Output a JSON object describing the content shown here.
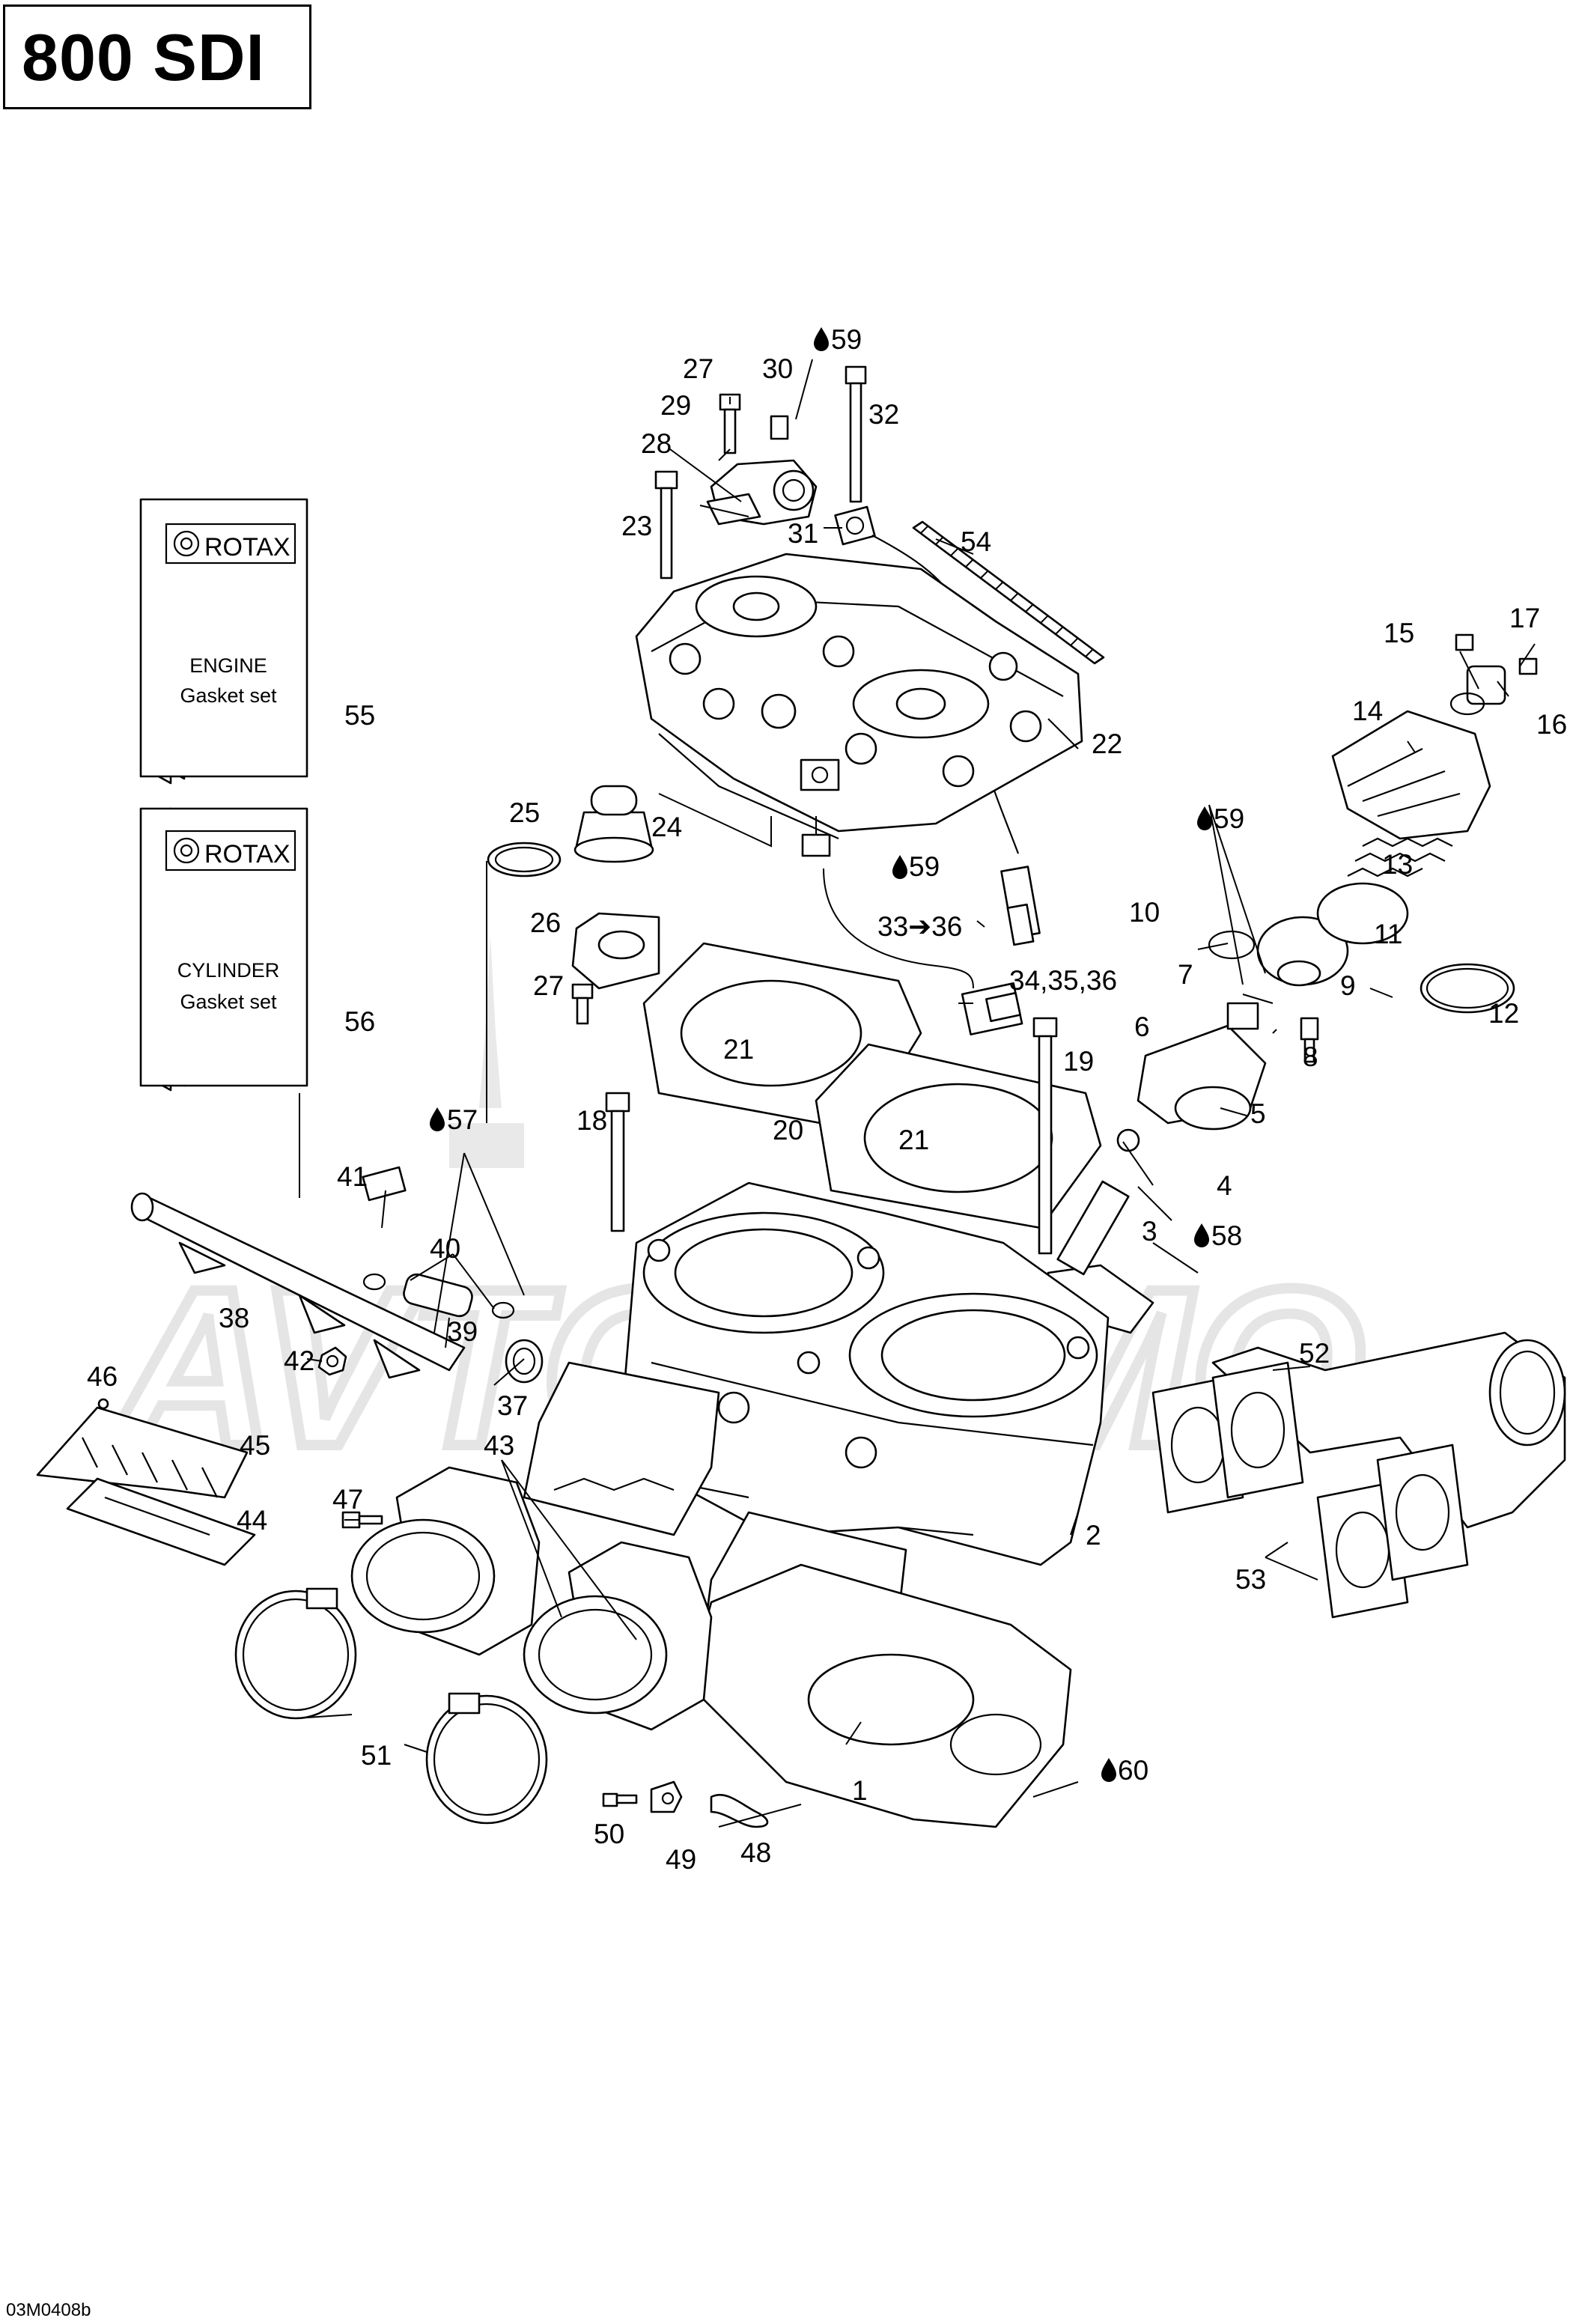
{
  "title": "800 SDI",
  "figure_code": "03M0408b",
  "booklets": [
    {
      "id": "55",
      "brand": "ROTAX",
      "line1": "ENGINE",
      "line2": "Gasket set"
    },
    {
      "id": "56",
      "brand": "ROTAX",
      "line1": "CYLINDER",
      "line2": "Gasket set"
    }
  ],
  "callouts": {
    "c1": "1",
    "c2": "2",
    "c3": "3",
    "c4": "4",
    "c5": "5",
    "c6": "6",
    "c7": "7",
    "c8": "8",
    "c9": "9",
    "c10": "10",
    "c11": "11",
    "c12": "12",
    "c13": "13",
    "c14": "14",
    "c15": "15",
    "c16": "16",
    "c17": "17",
    "c18": "18",
    "c19": "19",
    "c20": "20",
    "c21a": "21",
    "c21b": "21",
    "c22": "22",
    "c23": "23",
    "c24": "24",
    "c25": "25",
    "c26": "26",
    "c27a": "27",
    "c27b": "27",
    "c28": "28",
    "c29": "29",
    "c30": "30",
    "c31": "31",
    "c32": "32",
    "c3336": "33➔36",
    "c343536": "34,35,36",
    "c37": "37",
    "c38": "38",
    "c39": "39",
    "c40": "40",
    "c41": "41",
    "c42": "42",
    "c43": "43",
    "c44": "44",
    "c45": "45",
    "c46": "46",
    "c47": "47",
    "c48": "48",
    "c49": "49",
    "c50": "50",
    "c51": "51",
    "c52": "52",
    "c53": "53",
    "c54": "54",
    "c55": "55",
    "c56": "56"
  },
  "lubricant_callouts": {
    "l57": "57",
    "l58": "58",
    "l59a": "59",
    "l59b": "59",
    "l59c": "59",
    "l60": "60"
  }
}
